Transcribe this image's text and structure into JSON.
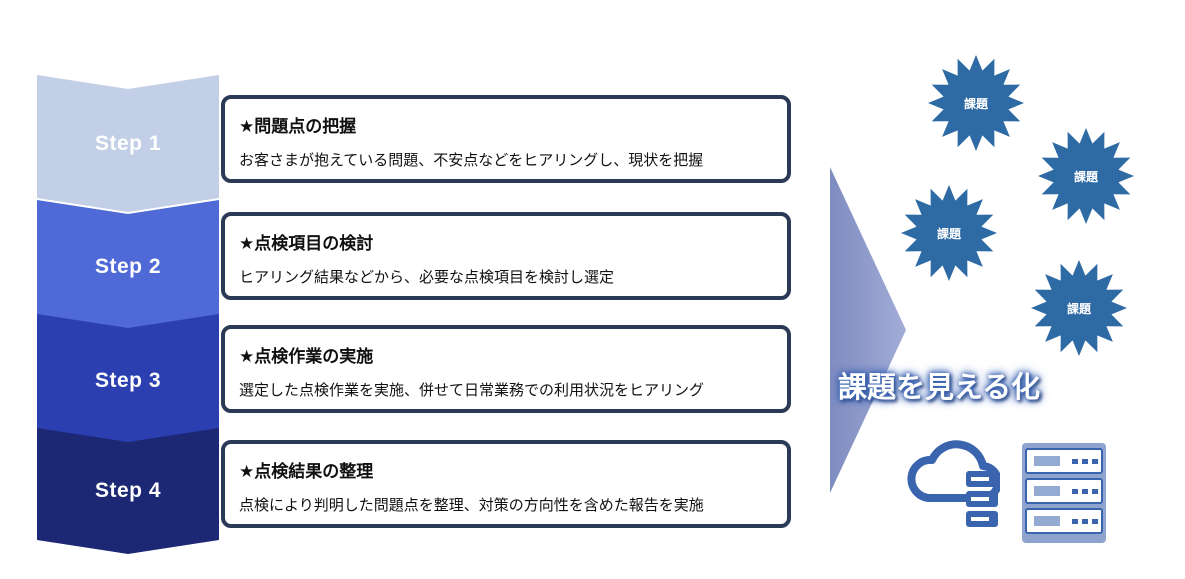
{
  "steps": [
    {
      "label": "Step 1",
      "title": "★問題点の把握",
      "desc": "お客さまが抱えている問題、不安点などをヒアリングし、現状を把握",
      "color": "#c3cfe6"
    },
    {
      "label": "Step 2",
      "title": "★点検項目の検討",
      "desc": "ヒアリング結果などから、必要な点検項目を検討し選定",
      "color": "#4f6ad6"
    },
    {
      "label": "Step 3",
      "title": "★点検作業の実施",
      "desc": "選定した点検作業を実施、併せて日常業務での利用状況をヒアリング",
      "color": "#2c3fb0"
    },
    {
      "label": "Step 4",
      "title": "★点検結果の整理",
      "desc": "点検により判明した問題点を整理、対策の方向性を含めた報告を実施",
      "color": "#1c2874"
    }
  ],
  "issues": [
    "課題",
    "課題",
    "課題",
    "課題"
  ],
  "headline": "課題を見える化",
  "colors": {
    "box_border": "#2b3a57",
    "burst": "#2e6aa4",
    "arrow": "#8592c2",
    "icon": "#3a64ad"
  },
  "icons": [
    "cloud-icon",
    "server-rack-icon"
  ]
}
